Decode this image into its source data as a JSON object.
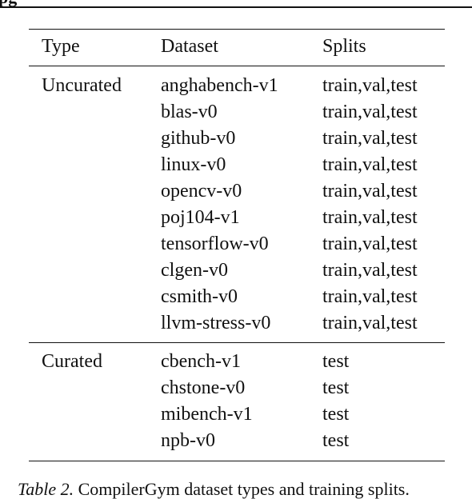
{
  "page_header_fragment": "pg",
  "table": {
    "headers": [
      "Type",
      "Dataset",
      "Splits"
    ],
    "groups": [
      {
        "type": "Uncurated",
        "rows": [
          {
            "dataset": "anghabench-v1",
            "splits": "train,val,test"
          },
          {
            "dataset": "blas-v0",
            "splits": "train,val,test"
          },
          {
            "dataset": "github-v0",
            "splits": "train,val,test"
          },
          {
            "dataset": "linux-v0",
            "splits": "train,val,test"
          },
          {
            "dataset": "opencv-v0",
            "splits": "train,val,test"
          },
          {
            "dataset": "poj104-v1",
            "splits": "train,val,test"
          },
          {
            "dataset": "tensorflow-v0",
            "splits": "train,val,test"
          },
          {
            "dataset": "clgen-v0",
            "splits": "train,val,test"
          },
          {
            "dataset": "csmith-v0",
            "splits": "train,val,test"
          },
          {
            "dataset": "llvm-stress-v0",
            "splits": "train,val,test"
          }
        ]
      },
      {
        "type": "Curated",
        "rows": [
          {
            "dataset": "cbench-v1",
            "splits": "test"
          },
          {
            "dataset": "chstone-v0",
            "splits": "test"
          },
          {
            "dataset": "mibench-v1",
            "splits": "test"
          },
          {
            "dataset": "npb-v0",
            "splits": "test"
          }
        ]
      }
    ]
  },
  "caption": {
    "lead": "Table 2.",
    "text": " CompilerGym dataset types and training splits."
  }
}
